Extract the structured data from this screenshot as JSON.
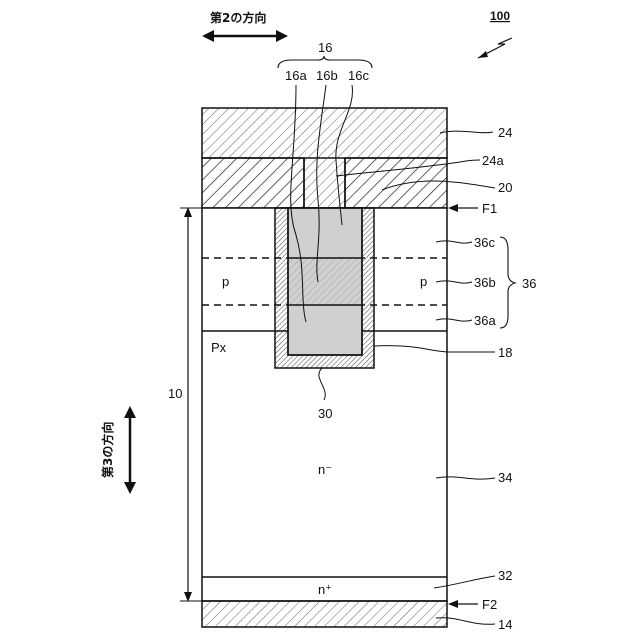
{
  "figure": {
    "figure_number": "100",
    "direction_2": "第2の方向",
    "direction_3": "第3の方向"
  },
  "labels": {
    "gate_group": "16",
    "gate_a": "16a",
    "gate_b": "16b",
    "gate_c": "16c",
    "top_electrode": "24",
    "electrode_opening": "24a",
    "interlayer": "20",
    "face_f1": "F1",
    "layer_36c": "36c",
    "layer_36b": "36b",
    "layer_36a": "36a",
    "layer_36": "36",
    "p_left": "p",
    "p_right": "p",
    "px": "Px",
    "insulator_18": "18",
    "trench_30": "30",
    "device_10": "10",
    "drift_region": "n⁻",
    "drift_ref": "34",
    "nplus_region": "n⁺",
    "nplus_ref": "32",
    "face_f2": "F2",
    "bottom_electrode": "14"
  },
  "colors": {
    "line": "#111111",
    "gate_fill": "#d0d0d0",
    "gate_mid_fill": "#d8d8d8"
  }
}
